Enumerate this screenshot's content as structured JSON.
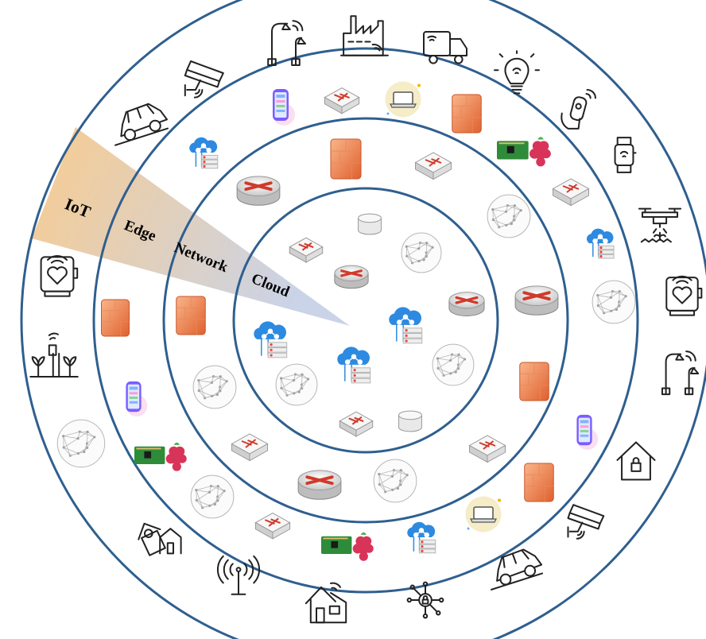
{
  "colors": {
    "ring": "#2f5f8f",
    "wedge_start": "#f8c98a",
    "wedge_end": "#c7d1e6",
    "firewall_light": "#f6a878",
    "firewall_dark": "#e06a3a",
    "router": "#d03a2a",
    "cloud": "#2d8ae0",
    "board": "#2e8b3a",
    "raspberry": "#d8345a",
    "phone": "#7b5cff",
    "icon_stroke": "#222222",
    "network_mesh": "#b7b7b7"
  },
  "layers": {
    "iot": "IoT",
    "edge": "Edge",
    "network": "Network",
    "cloud": "Cloud"
  },
  "iot_devices": [
    {
      "icon": "street-lamp-icon"
    },
    {
      "icon": "factory-icon"
    },
    {
      "icon": "truck-icon"
    },
    {
      "icon": "smart-bulb-icon"
    },
    {
      "icon": "smart-key-icon"
    },
    {
      "icon": "smartwatch-icon"
    },
    {
      "icon": "drone-icon"
    },
    {
      "icon": "health-monitor-icon"
    },
    {
      "icon": "street-lamp-icon"
    },
    {
      "icon": "smart-lock-home-icon"
    },
    {
      "icon": "security-camera-icon"
    },
    {
      "icon": "vehicle-icon"
    },
    {
      "icon": "hub-lock-icon"
    },
    {
      "icon": "smart-home-icon"
    },
    {
      "icon": "wifi-antenna-icon"
    },
    {
      "icon": "smart-building-icon"
    },
    {
      "icon": "network-mesh-icon"
    },
    {
      "icon": "smart-farm-icon"
    },
    {
      "icon": "health-monitor-icon"
    },
    {
      "icon": "vehicle-icon"
    },
    {
      "icon": "security-camera-icon"
    }
  ],
  "edge_devices": [
    {
      "icon": "smartphone-icon"
    },
    {
      "icon": "switch-icon"
    },
    {
      "icon": "laptop-icon"
    },
    {
      "icon": "firewall-icon"
    },
    {
      "icon": "raspberry-pi-icon"
    },
    {
      "icon": "switch-icon"
    },
    {
      "icon": "cloud-server-icon"
    },
    {
      "icon": "network-mesh-icon"
    },
    {
      "icon": "firewall-icon"
    },
    {
      "icon": "smartphone-icon"
    },
    {
      "icon": "firewall-icon"
    },
    {
      "icon": "laptop-icon"
    },
    {
      "icon": "cloud-server-icon"
    },
    {
      "icon": "raspberry-pi-icon"
    },
    {
      "icon": "switch-icon"
    },
    {
      "icon": "raspberry-pi-icon"
    },
    {
      "icon": "smartphone-icon"
    },
    {
      "icon": "firewall-icon"
    },
    {
      "icon": "cloud-server-icon"
    }
  ],
  "network_devices": [
    {
      "icon": "router-icon"
    },
    {
      "icon": "firewall-icon"
    },
    {
      "icon": "switch-icon"
    },
    {
      "icon": "network-mesh-icon"
    },
    {
      "icon": "router-icon"
    },
    {
      "icon": "firewall-icon"
    },
    {
      "icon": "switch-icon"
    },
    {
      "icon": "network-mesh-icon"
    },
    {
      "icon": "router-icon"
    },
    {
      "icon": "network-mesh-icon"
    },
    {
      "icon": "switch-icon"
    },
    {
      "icon": "network-mesh-icon"
    },
    {
      "icon": "firewall-icon"
    },
    {
      "icon": "network-mesh-icon"
    }
  ],
  "cloud_devices": [
    {
      "icon": "database-icon"
    },
    {
      "icon": "switch-icon"
    },
    {
      "icon": "network-mesh-icon"
    },
    {
      "icon": "router-icon"
    },
    {
      "icon": "router-icon"
    },
    {
      "icon": "cloud-server-icon"
    },
    {
      "icon": "cloud-server-icon"
    },
    {
      "icon": "cloud-server-icon"
    },
    {
      "icon": "network-mesh-icon"
    },
    {
      "icon": "switch-icon"
    },
    {
      "icon": "database-icon"
    },
    {
      "icon": "network-mesh-icon"
    }
  ]
}
